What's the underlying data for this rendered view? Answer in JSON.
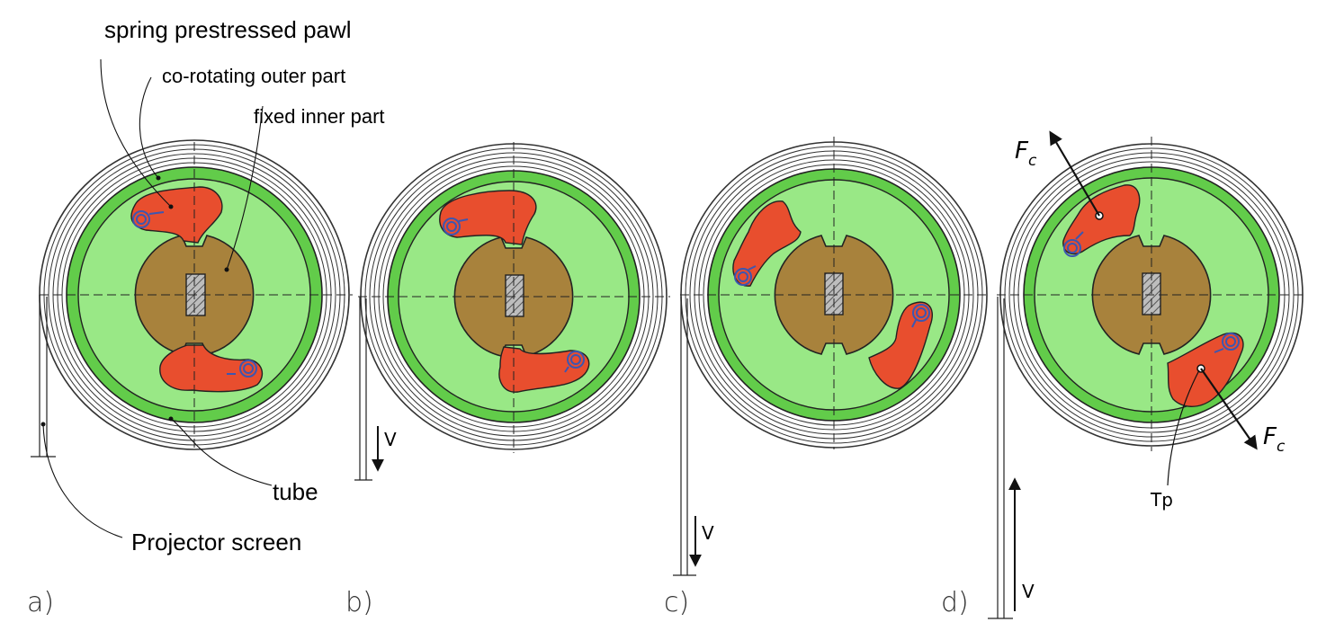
{
  "labels": {
    "pawl": "spring prestressed pawl",
    "outer": "co-rotating outer part",
    "inner": "fixed inner part",
    "tube": "tube",
    "screen": "Projector screen",
    "tp": "Tp"
  },
  "panels": [
    {
      "tag": "a)"
    },
    {
      "tag": "b)"
    },
    {
      "tag": "c)",
      "v_label": "V"
    },
    {
      "tag": "d)",
      "v_label": "V"
    }
  ],
  "panel_b_v": "V",
  "forces": {
    "f_main": "F",
    "f_sub": "c"
  },
  "colors": {
    "green": "#99e886",
    "green_ring": "#62cc4a",
    "hub": "#a8823c",
    "pawl": "#e84e2e",
    "spring": "#3d56b0",
    "line": "#1a1a1a"
  }
}
